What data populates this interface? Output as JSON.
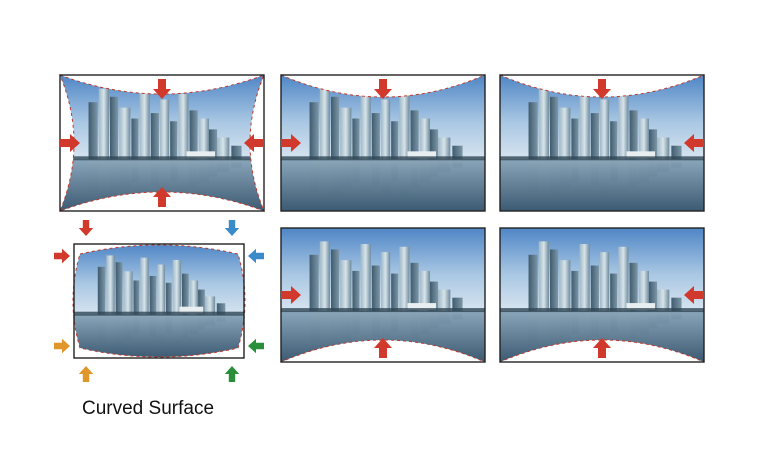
{
  "caption": "Curved Surface",
  "colors": {
    "arrow_red": "#d0392b",
    "arrow_blue": "#3a8cc8",
    "arrow_orange": "#e0962a",
    "arrow_green": "#2a8f3a",
    "frame": "#222222",
    "dash": "#c0392b",
    "sky_top": "#4f86c6",
    "sky_bottom": "#c9dcec",
    "water_top": "#7f9db4",
    "water_bottom": "#3c5a72"
  },
  "panels": [
    {
      "id": "top-left",
      "warp": "pinch-all",
      "arrows": [
        "top",
        "bottom",
        "left",
        "right"
      ]
    },
    {
      "id": "top-middle",
      "warp": "pinch-top",
      "arrows": [
        "top",
        "left"
      ]
    },
    {
      "id": "top-right",
      "warp": "pinch-top",
      "arrows": [
        "top",
        "right"
      ]
    },
    {
      "id": "bottom-left",
      "warp": "barrel-corners",
      "arrows": [
        "corner-red",
        "corner-blue",
        "corner-orange",
        "corner-green"
      ]
    },
    {
      "id": "bottom-middle",
      "warp": "pinch-bottom",
      "arrows": [
        "bottom",
        "left"
      ]
    },
    {
      "id": "bottom-right",
      "warp": "pinch-bottom",
      "arrows": [
        "bottom",
        "right"
      ]
    }
  ]
}
